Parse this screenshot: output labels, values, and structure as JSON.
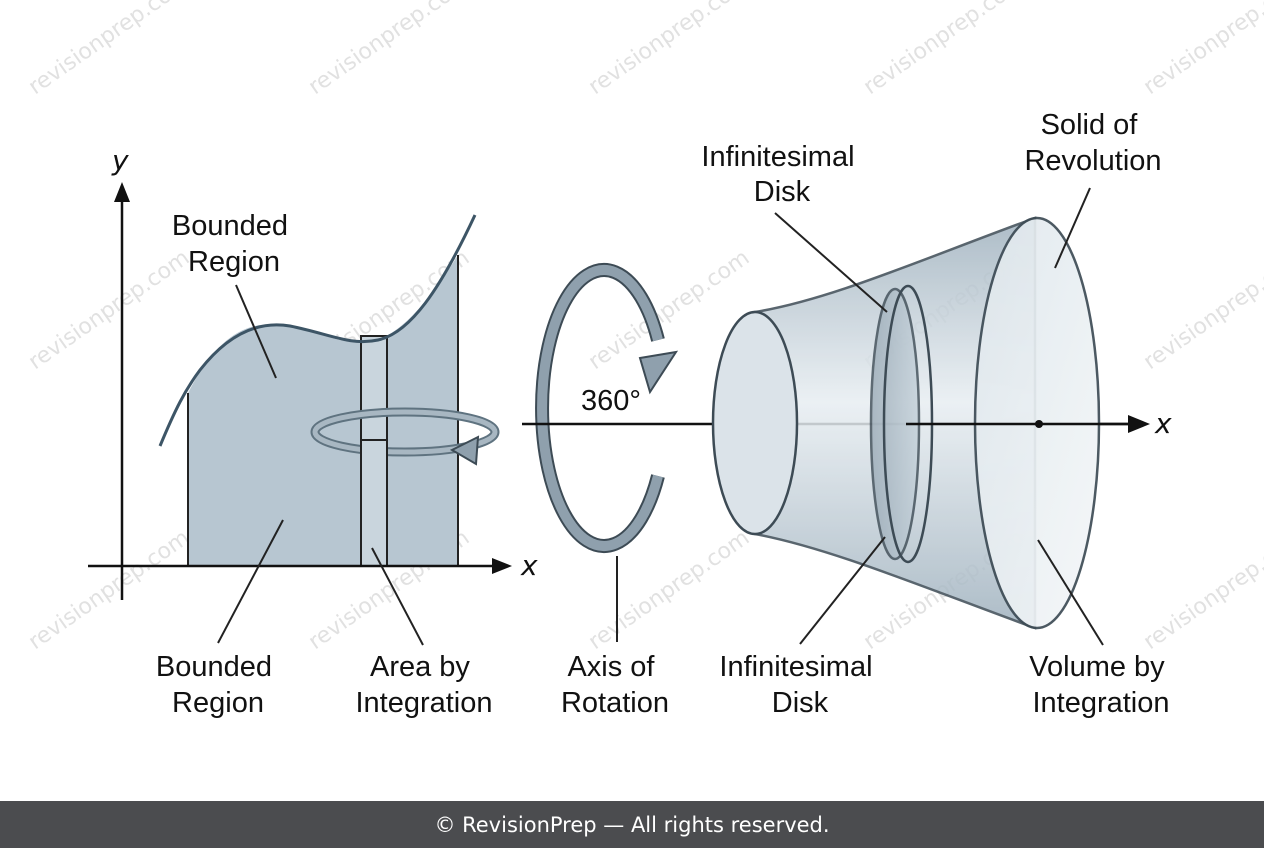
{
  "labels": {
    "y_axis_left": "y",
    "x_axis_left": "x",
    "x_axis_right": "x",
    "bounded_region_top": [
      "Bounded",
      "Region"
    ],
    "bounded_region_bottom": [
      "Bounded",
      "Region"
    ],
    "area_by_integration": [
      "Area by",
      "Integration"
    ],
    "rotation_angle": "360°",
    "axis_of_rotation": [
      "Axis of",
      "Rotation"
    ],
    "infinitesimal_disk_top": [
      "Infinitesimal",
      "Disk"
    ],
    "infinitesimal_disk_bottom": [
      "Infinitesimal",
      "Disk"
    ],
    "solid_of_revolution": [
      "Solid of",
      "Revolution"
    ],
    "volume_by_integration": [
      "Volume by",
      "Integration"
    ]
  },
  "watermark": "revisionprep.com",
  "footer": {
    "text": "© RevisionPrep — All rights reserved."
  },
  "colors": {
    "region_fill": "#b7c6d1",
    "curve_stroke": "#3d5566",
    "arrow_fill": "#8fa0ad",
    "solid_fill": "#cdd8df",
    "footer_bg": "#4b4c4f"
  }
}
